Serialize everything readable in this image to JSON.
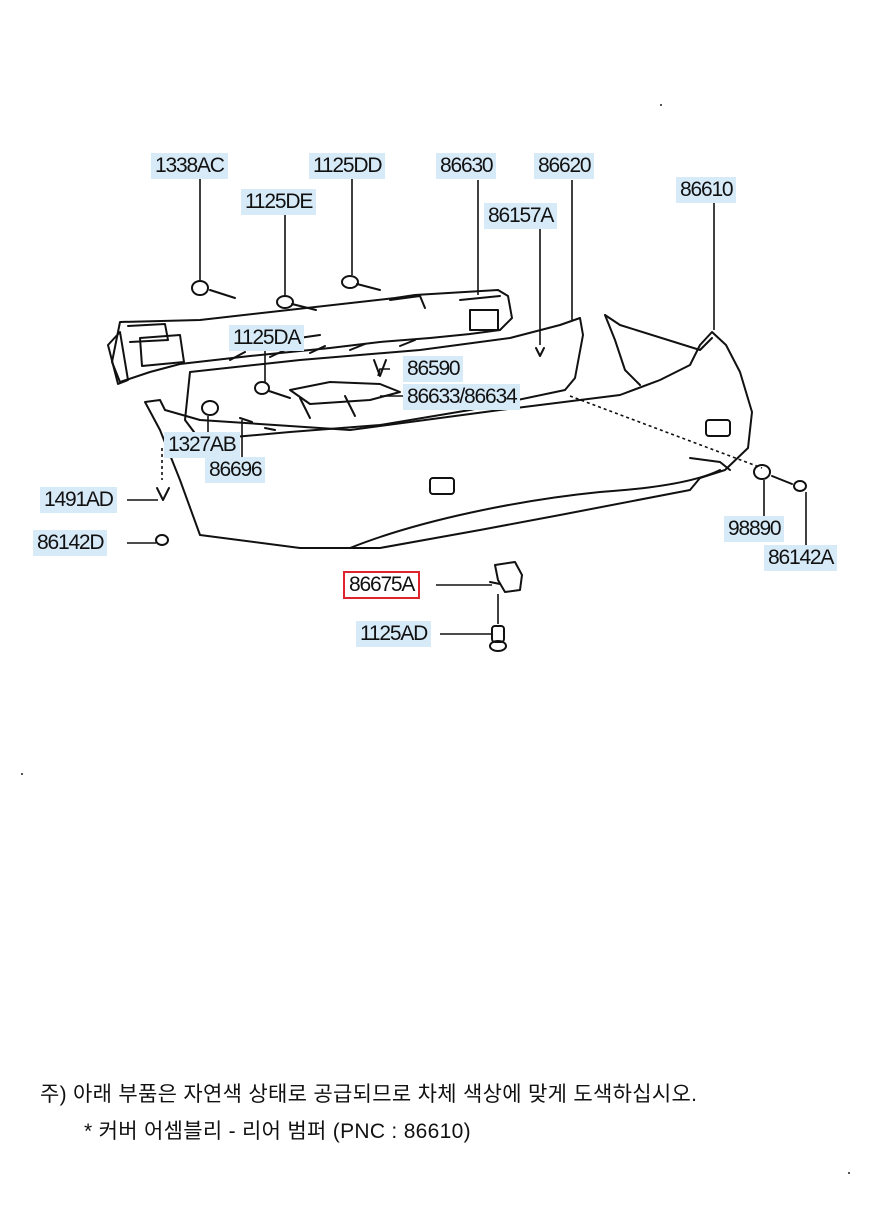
{
  "labels": {
    "p1338AC": "1338AC",
    "p1125DD": "1125DD",
    "p1125DE": "1125DE",
    "p86630": "86630",
    "p86620": "86620",
    "p86610": "86610",
    "p86157A": "86157A",
    "p1125DA": "1125DA",
    "p86590": "86590",
    "p86633_86634": "86633/86634",
    "p1327AB": "1327AB",
    "p86696": "86696",
    "p1491AD": "1491AD",
    "p86142D": "86142D",
    "p98890": "98890",
    "p86142A": "86142A",
    "p86675A": "86675A",
    "p1125AD": "1125AD"
  },
  "selected_part": "86675A",
  "highlight_color": "#d7eaf8",
  "selection_color": "#e0242f",
  "notes": {
    "line1": "주) 아래 부품은 자연색 상태로 공급되므로 차체 색상에 맞게 도색하십시오.",
    "line2": "* 커버 어셈블리 - 리어 범퍼 (PNC : 86610)"
  }
}
